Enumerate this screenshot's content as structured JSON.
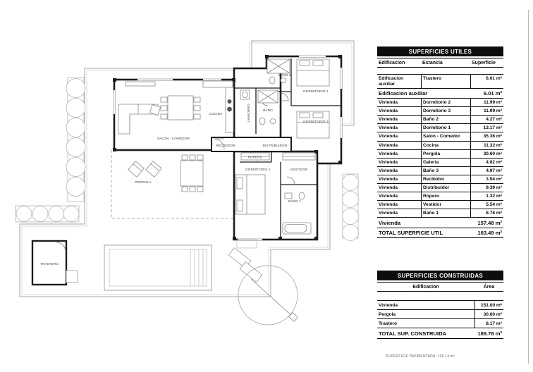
{
  "plan": {
    "rooms": {
      "salon": "SALON - COMEDOR",
      "cocina": "COCINA",
      "lavadero": "LAVADERO",
      "bano": "BAÑO",
      "bano2": "BAÑO 2",
      "dormitorio2": "DORMITORIO 2",
      "dormitorio3": "DORMITORIO 3",
      "recibidor": "RECIBIDOR",
      "distribuidor": "DISTRIBUIDOR",
      "ropero": "ROPERO",
      "dormitorio1": "DORMITORIO 1",
      "vestidor": "VESTIDOR",
      "bano1": "BAÑO 1",
      "pergola": "PERGOLA",
      "trastero": "TRASTERO"
    }
  },
  "superficies_utiles": {
    "title": "SUPERFICIES UTILES",
    "headers": {
      "edificacion": "Edificacion",
      "estancia": "Estancia",
      "superficie": "Superficie"
    },
    "aux_row": {
      "edificacion": "Edificacion auxiliar",
      "estancia": "Trastero",
      "superficie": "6.01 m²"
    },
    "aux_subtotal": {
      "label": "Edificacion auxiliar",
      "value": "6.01 m²"
    },
    "rows": [
      {
        "edificacion": "Vivienda",
        "estancia": "Dormitorio 2",
        "superficie": "11.99 m²"
      },
      {
        "edificacion": "Vivienda",
        "estancia": "Dormitorio 3",
        "superficie": "11.99 m²"
      },
      {
        "edificacion": "Vivienda",
        "estancia": "Baño 2",
        "superficie": "4.27 m²"
      },
      {
        "edificacion": "Vivienda",
        "estancia": "Dormitorio 1",
        "superficie": "13.17 m²"
      },
      {
        "edificacion": "Vivienda",
        "estancia": "Salon - Comedor",
        "superficie": "35.36 m²"
      },
      {
        "edificacion": "Vivienda",
        "estancia": "Cocina",
        "superficie": "11.32 m²"
      },
      {
        "edificacion": "Vivienda",
        "estancia": "Pergola",
        "superficie": "30.60 m²"
      },
      {
        "edificacion": "Vivienda",
        "estancia": "Galeria",
        "superficie": "4.82 m²"
      },
      {
        "edificacion": "Vivienda",
        "estancia": "Baño 3",
        "superficie": "4.97 m²"
      },
      {
        "edificacion": "Vivienda",
        "estancia": "Recibidor",
        "superficie": "3.94 m²"
      },
      {
        "edificacion": "Vivienda",
        "estancia": "Distribuidor",
        "superficie": "9.39 m²"
      },
      {
        "edificacion": "Vivienda",
        "estancia": "Ropero",
        "superficie": "1.32 m²"
      },
      {
        "edificacion": "Vivienda",
        "estancia": "Vestidor",
        "superficie": "5.54 m²"
      },
      {
        "edificacion": "Vivienda",
        "estancia": "Baño 1",
        "superficie": "8.78 m²"
      }
    ],
    "vivienda_subtotal": {
      "label": "Vivienda",
      "value": "157.48 m²"
    },
    "total": {
      "label": "TOTAL SUPERFICIE UTIL",
      "value": "163.49 m²"
    }
  },
  "superficies_construidas": {
    "title": "SUPERFICIES CONSTRUIDAS",
    "headers": {
      "edificacion": "Edificacion",
      "area": "Área"
    },
    "rows": [
      {
        "edificacion": "Vivienda",
        "area": "151.00 m²"
      },
      {
        "edificacion": "Pergola",
        "area": "30.60 m²"
      },
      {
        "edificacion": "Trastero",
        "area": "8.17 m²"
      }
    ],
    "total": {
      "label": "TOTAL SUP. CONSTRUIDA",
      "value": "189.78 m²"
    }
  },
  "footer": {
    "note": "SUPERFICIE PAVIMENTADA: 136.14 m²"
  }
}
